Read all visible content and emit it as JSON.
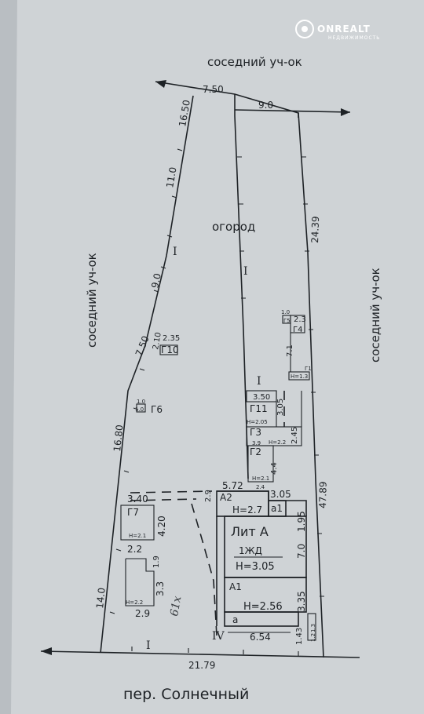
{
  "watermark": {
    "brand": "ONREALT",
    "tagline": "НЕДВИЖИМОСТЬ"
  },
  "labels": {
    "neighbor_top": "соседний уч-ок",
    "neighbor_left": "соседний уч-ок",
    "neighbor_right": "соседний уч-ок",
    "garden": "огород",
    "street": "пер. Солнечный",
    "handwritten": "61x"
  },
  "roman": [
    "I",
    "I",
    "I",
    "I",
    "IV"
  ],
  "buildings": {
    "lit_a": "Лит А",
    "zhd": "1ЖД",
    "h_main": "Н=3.05",
    "a2": "А2",
    "a2_h": "Н=2.7",
    "a1_lower": "а1",
    "A1": "А1",
    "A1_h": "Н=2.56",
    "a_small": "а",
    "g1": "Г1",
    "g2": "Г2",
    "g3": "Г3",
    "g4": "Г4",
    "g5": "Г5",
    "g6": "Г6",
    "g7": "Г7",
    "g10": "Г10",
    "g11": "Г11",
    "h13": "Н=1.3",
    "h205": "Н=2.05",
    "h22a": "Н=2.2",
    "h21a": "Н=2.1",
    "h21b": "Н=2.1",
    "h22b": "Н=2.2"
  },
  "dims": {
    "d750_top": "7.50",
    "d90_top": "9.0",
    "d1650": "16.50",
    "d110": "11.0",
    "d90_left": "9.0",
    "d750_left": "7.50",
    "d1680": "16.80",
    "d140": "14.0",
    "d2179": "21.79",
    "d2439": "24.39",
    "d4789": "47.89",
    "d235": "2.35",
    "d210": "2.10",
    "d10_g6": "1.0",
    "d10_g5": "1.0",
    "d10_g6b": "1.0",
    "d23": "2.3",
    "d71": "7.1",
    "d350": "3.50",
    "d305_g11": "3.05",
    "d245": "2.45",
    "d39": "3.9",
    "d44": "4.4",
    "d24": "2.4",
    "d572": "5.72",
    "d29": "2.9",
    "d305_a1": "3.05",
    "d195": "1.95",
    "d70": "7.0",
    "d335": "3.35",
    "d143": "1.43",
    "d654": "6.54",
    "d340": "3.40",
    "d420": "4.20",
    "d22": "2.2",
    "d19": "1.9",
    "d33": "3.3",
    "d29b": "2.9",
    "d10b": "1.0",
    "d13": "1.3",
    "d12": "1.2"
  }
}
